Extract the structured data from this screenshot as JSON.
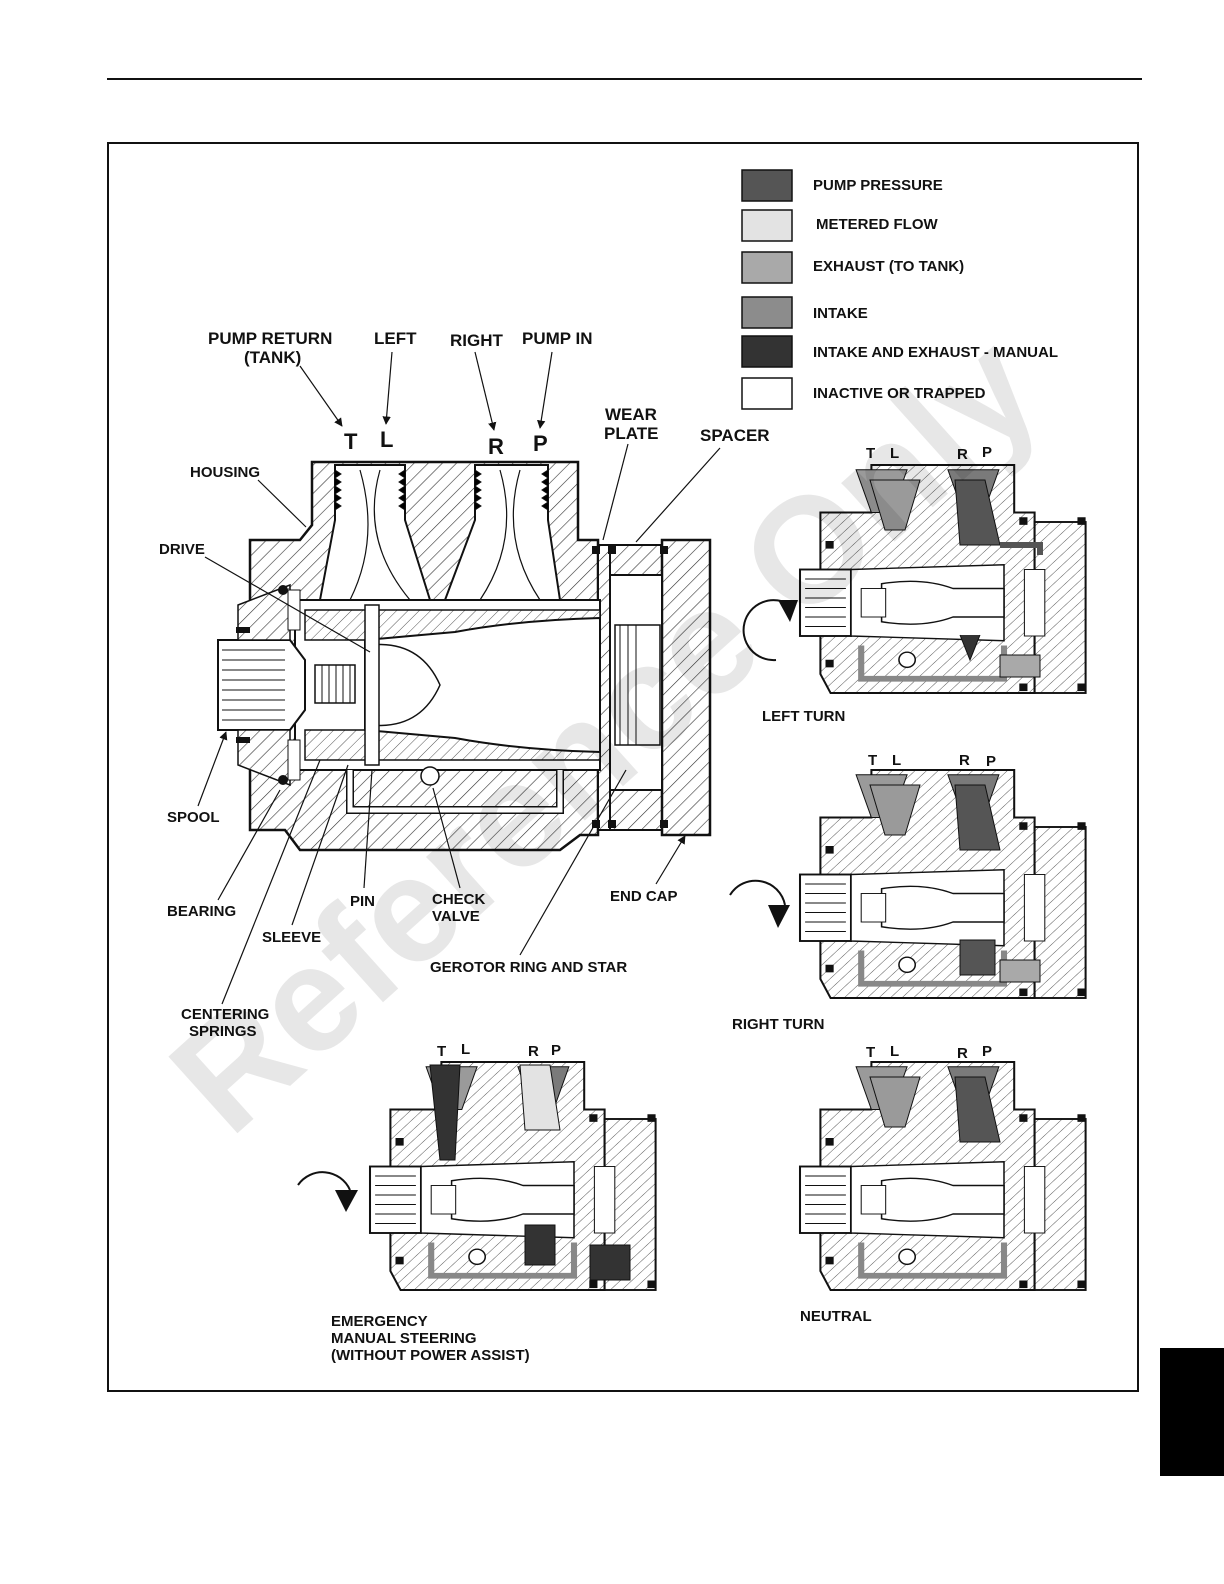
{
  "legend": [
    {
      "label": "PUMP PRESSURE",
      "color": "#555555"
    },
    {
      "label": "METERED FLOW",
      "color": "#e3e3e3"
    },
    {
      "label": "EXHAUST (TO TANK)",
      "color": "#a9a9a9"
    },
    {
      "label": "INTAKE",
      "color": "#8c8c8c"
    },
    {
      "label": "INTAKE AND EXHAUST - MANUAL",
      "color": "#333333"
    },
    {
      "label": "INACTIVE OR TRAPPED",
      "color": "#ffffff"
    }
  ],
  "ports": {
    "pump_return_1": "PUMP RETURN",
    "pump_return_2": "(TANK)",
    "left": "LEFT",
    "right": "RIGHT",
    "pump_in": "PUMP IN",
    "t": "T",
    "l": "L",
    "r": "R",
    "p": "P"
  },
  "parts": {
    "housing": "HOUSING",
    "drive": "DRIVE",
    "spool": "SPOOL",
    "bearing": "BEARING",
    "sleeve": "SLEEVE",
    "centering_springs_1": "CENTERING",
    "centering_springs_2": "SPRINGS",
    "pin": "PIN",
    "check_valve_1": "CHECK",
    "check_valve_2": "VALVE",
    "gerotor": "GEROTOR RING AND STAR",
    "end_cap": "END CAP",
    "wear_plate_1": "WEAR",
    "wear_plate_2": "PLATE",
    "spacer": "SPACER"
  },
  "views": {
    "left_turn": "LEFT TURN",
    "right_turn": "RIGHT TURN",
    "neutral": "NEUTRAL",
    "emergency_1": "EMERGENCY",
    "emergency_2": "MANUAL STEERING",
    "emergency_3": "(WITHOUT POWER ASSIST)"
  },
  "watermark": "Reference Only"
}
